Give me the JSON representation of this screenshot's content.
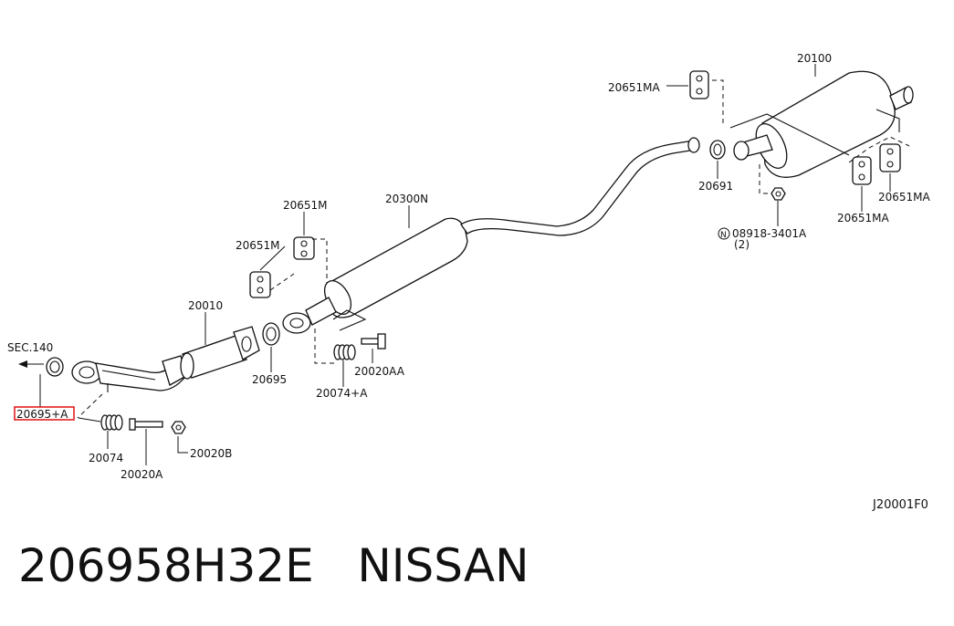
{
  "labels": {
    "sec_140": "SEC.140",
    "p20695a": "20695+A",
    "p20074": "20074",
    "p20020a": "20020A",
    "p20020b": "20020B",
    "p20010": "20010",
    "p20695": "20695",
    "p20651m_top": "20651M",
    "p20651m_left": "20651M",
    "p20074a": "20074+A",
    "p20020aa": "20020AA",
    "p20300n": "20300N",
    "p20651ma_top": "20651MA",
    "p20100": "20100",
    "p20691": "20691",
    "p08918": "08918-3401A",
    "p08918_qty": "(2)",
    "p08918_prefix": "N",
    "p20651ma_right": "20651MA",
    "p20651ma_bottom": "20651MA",
    "diagram_code": "J20001F0"
  },
  "highlight_color": "#e01010",
  "caption": {
    "part_number": "206958H32E",
    "brand": "NISSAN"
  }
}
